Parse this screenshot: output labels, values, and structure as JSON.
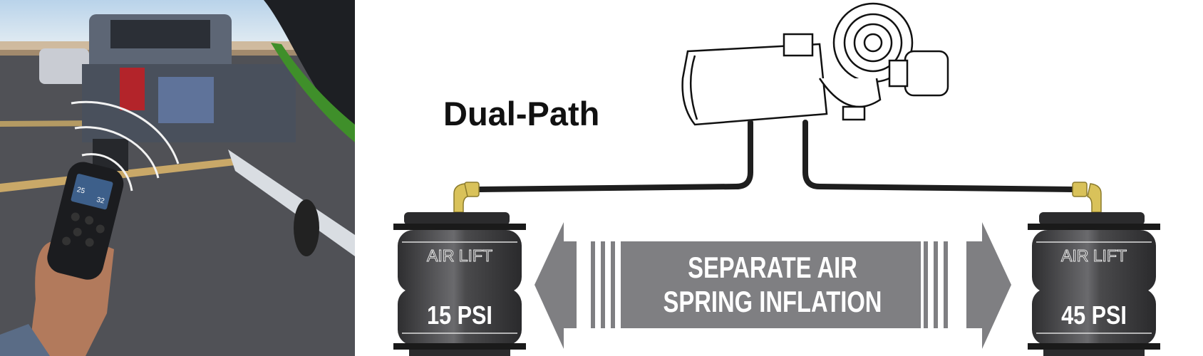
{
  "title": "Dual-Path",
  "banner": {
    "line1": "SEPARATE AIR",
    "line2": "SPRING INFLATION"
  },
  "springs": [
    {
      "brand": "AIR LIFT",
      "pressure": "15 PSI"
    },
    {
      "brand": "AIR LIFT",
      "pressure": "45 PSI"
    }
  ],
  "remote_display": {
    "left_value": "25",
    "right_value": "32"
  },
  "colors": {
    "arrow_gray": "#7f7f82",
    "hose": "#1e1e1e",
    "fitting": "#d9c25a",
    "spring": "#3c3c3e",
    "boat_green": "#3f8f2a"
  }
}
